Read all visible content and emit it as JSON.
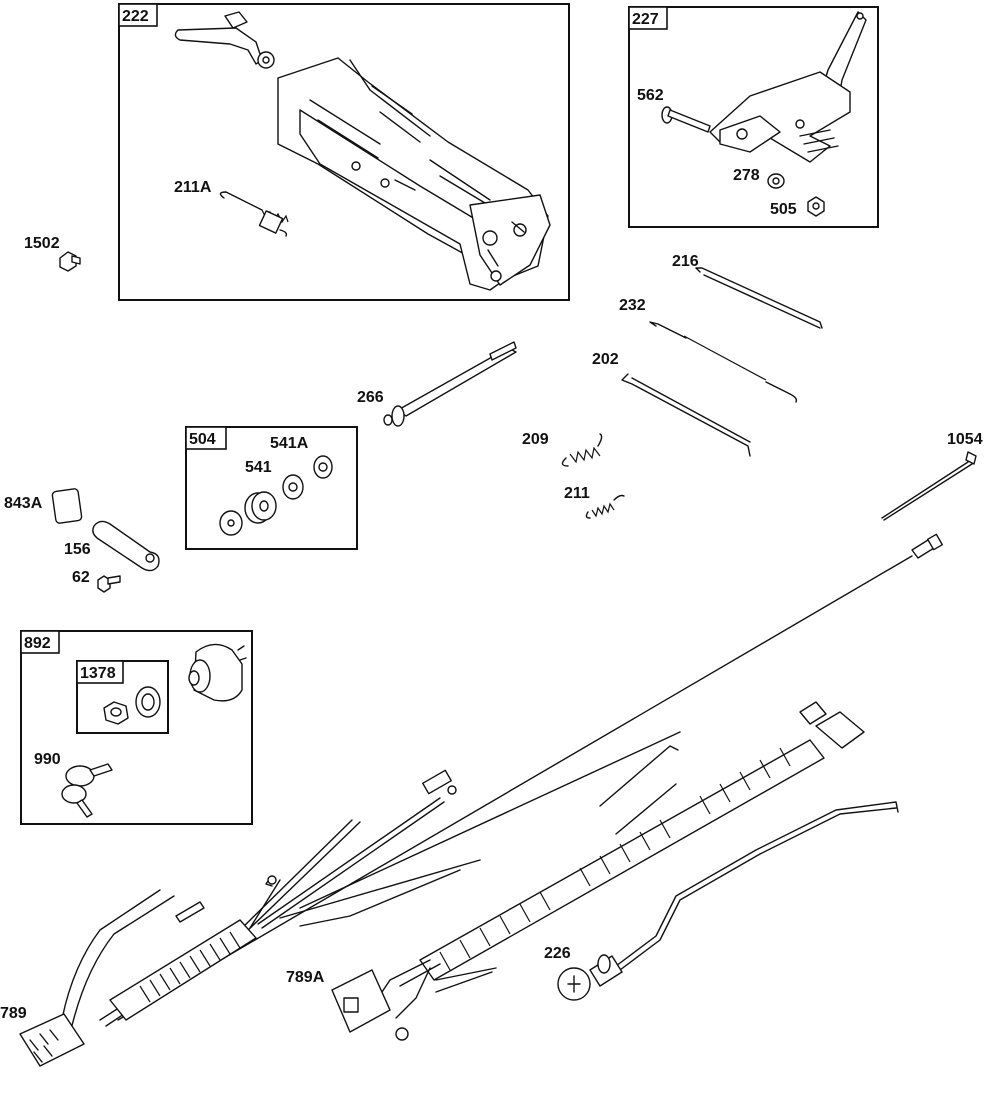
{
  "callouts": {
    "p1502": "1502",
    "p211a": "211A",
    "p562": "562",
    "p278": "278",
    "p505": "505",
    "p216": "216",
    "p232": "232",
    "p202": "202",
    "p266": "266",
    "p541a": "541A",
    "p541": "541",
    "p209": "209",
    "p211": "211",
    "p1054": "1054",
    "p843a": "843A",
    "p156": "156",
    "p62": "62",
    "p990": "990",
    "p789": "789",
    "p789a": "789A",
    "p226": "226"
  },
  "boxes": {
    "b222": "222",
    "b227": "227",
    "b504": "504",
    "b892": "892",
    "b1378": "1378"
  }
}
